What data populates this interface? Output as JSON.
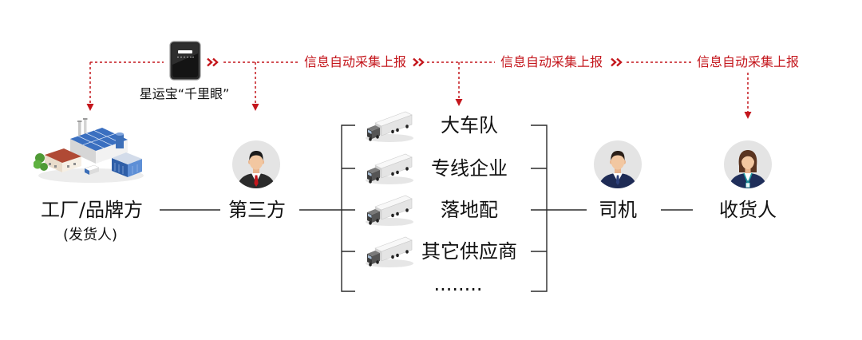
{
  "colors": {
    "accent": "#c4161c",
    "line": "#2b2b2b",
    "text": "#111111",
    "avatar_bg": "#e4e4e4"
  },
  "device": {
    "icon": "tracking-device-icon",
    "caption": "星运宝“千里眼”"
  },
  "info_flow": {
    "icon": "double-chevron-icon",
    "labels": [
      "信息自动采集上报",
      "信息自动采集上报",
      "信息自动采集上报"
    ]
  },
  "nodes": {
    "shipper": {
      "icon": "factory-icon",
      "label": "工厂/品牌方",
      "sublabel": "(发货人)"
    },
    "third_party": {
      "icon": "businessman-avatar-icon",
      "label": "第三方"
    },
    "driver": {
      "icon": "driver-avatar-icon",
      "label": "司机"
    },
    "receiver": {
      "icon": "receiver-avatar-icon",
      "label": "收货人"
    }
  },
  "carriers": [
    {
      "icon": "truck-icon",
      "label": "大车队"
    },
    {
      "icon": "truck-icon",
      "label": "专线企业"
    },
    {
      "icon": "truck-icon",
      "label": "落地配"
    },
    {
      "icon": "truck-icon",
      "label": "其它供应商"
    },
    {
      "label": "........"
    }
  ]
}
